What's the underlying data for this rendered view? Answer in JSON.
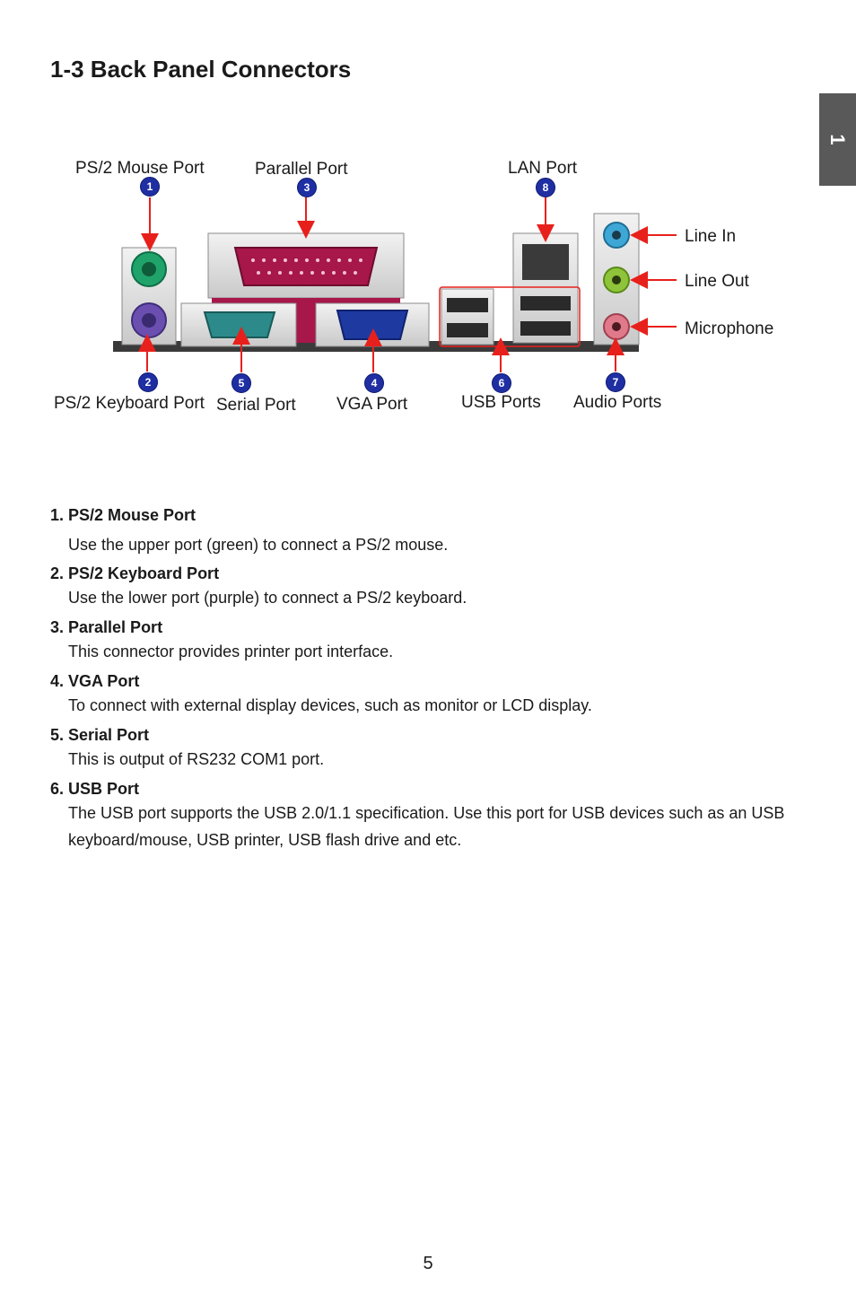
{
  "page": {
    "title": "1-3 Back Panel Connectors",
    "chapter_tab": "1",
    "page_number": "5"
  },
  "diagram": {
    "labels": {
      "ps2_mouse": "PS/2  Mouse Port",
      "parallel": "Parallel Port",
      "lan": "LAN Port",
      "line_in": "Line In",
      "line_out": "Line Out",
      "microphone": "Microphone",
      "ps2_keyboard": "PS/2 Keyboard Port",
      "serial": "Serial Port",
      "vga": "VGA Port",
      "usb": "USB Ports",
      "audio": "Audio Ports"
    },
    "badges": {
      "b1": "1",
      "b2": "2",
      "b3": "3",
      "b4": "4",
      "b5": "5",
      "b6": "6",
      "b7": "7",
      "b8": "8"
    },
    "colors": {
      "arrow": "#e8201c",
      "badge": "#1f2fa3",
      "ps2_mouse": "#1fa36a",
      "ps2_keyboard": "#6a4fb0",
      "parallel": "#a8174a",
      "serial": "#2d8a8a",
      "vga": "#1e3aa0",
      "line_in": "#3ea7d6",
      "line_out": "#8fc43a",
      "microphone": "#e07a8a"
    }
  },
  "sections": [
    {
      "title": "1. PS/2 Mouse Port",
      "body": "Use the upper port (green) to connect a PS/2 mouse."
    },
    {
      "title": "2. PS/2 Keyboard Port",
      "body": "Use the lower port (purple) to connect a PS/2 keyboard."
    },
    {
      "title": "3. Parallel Port",
      "body": "This connector provides printer port interface."
    },
    {
      "title": "4. VGA Port",
      "body": "To connect with external display devices, such as monitor or LCD display."
    },
    {
      "title": "5. Serial Port",
      "body": "This is output of RS232 COM1 port."
    },
    {
      "title": "6. USB Port",
      "body": "The USB port supports the USB 2.0/1.1 specification. Use this port for USB devices such as an USB keyboard/mouse, USB printer, USB flash drive and etc."
    }
  ]
}
